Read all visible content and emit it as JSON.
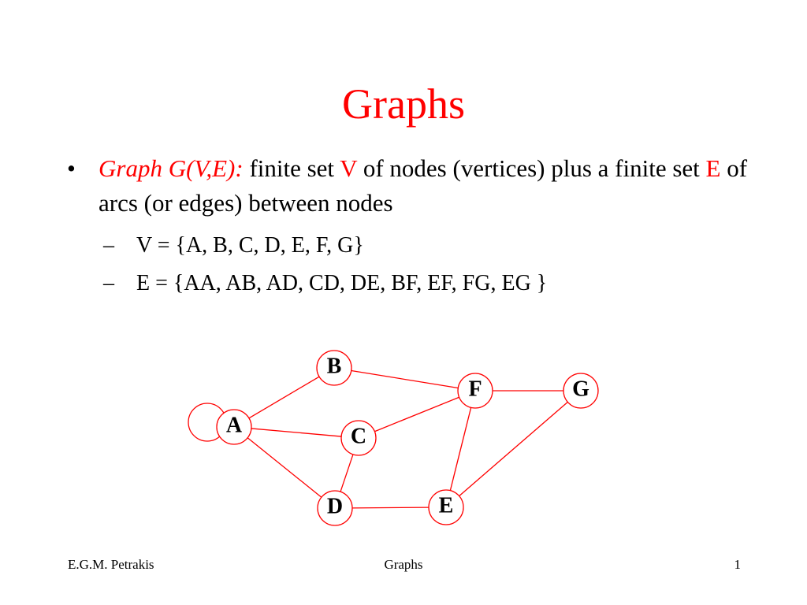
{
  "colors": {
    "accent": "#ff0000",
    "text": "#000000",
    "background": "#ffffff"
  },
  "slide": {
    "title": "Graphs",
    "bullet": {
      "marker": "•",
      "term": "Graph G(V,E):",
      "t1": " finite set ",
      "v": "V",
      "t2": " of nodes (vertices) plus a finite set ",
      "e": "E",
      "t3": " of arcs (or edges) between nodes"
    },
    "subbullets": [
      {
        "marker": "–",
        "text": "V = {A, B, C, D, E, F, G}"
      },
      {
        "marker": "–",
        "text": "E = {AA, AB, AD, CD, DE, BF, EF, FG, EG }"
      }
    ]
  },
  "graph": {
    "nodes": [
      {
        "id": "A",
        "label": "A"
      },
      {
        "id": "B",
        "label": "B"
      },
      {
        "id": "C",
        "label": "C"
      },
      {
        "id": "D",
        "label": "D"
      },
      {
        "id": "E",
        "label": "E"
      },
      {
        "id": "F",
        "label": "F"
      },
      {
        "id": "G",
        "label": "G"
      }
    ],
    "edges": [
      {
        "from": "A",
        "to": "A"
      },
      {
        "from": "A",
        "to": "B"
      },
      {
        "from": "A",
        "to": "D"
      },
      {
        "from": "A",
        "to": "C"
      },
      {
        "from": "C",
        "to": "D"
      },
      {
        "from": "D",
        "to": "E"
      },
      {
        "from": "B",
        "to": "F"
      },
      {
        "from": "E",
        "to": "F"
      },
      {
        "from": "F",
        "to": "G"
      },
      {
        "from": "E",
        "to": "G"
      },
      {
        "from": "C",
        "to": "F"
      }
    ]
  },
  "footer": {
    "left": "E.G.M. Petrakis",
    "center": "Graphs",
    "right": "1"
  }
}
